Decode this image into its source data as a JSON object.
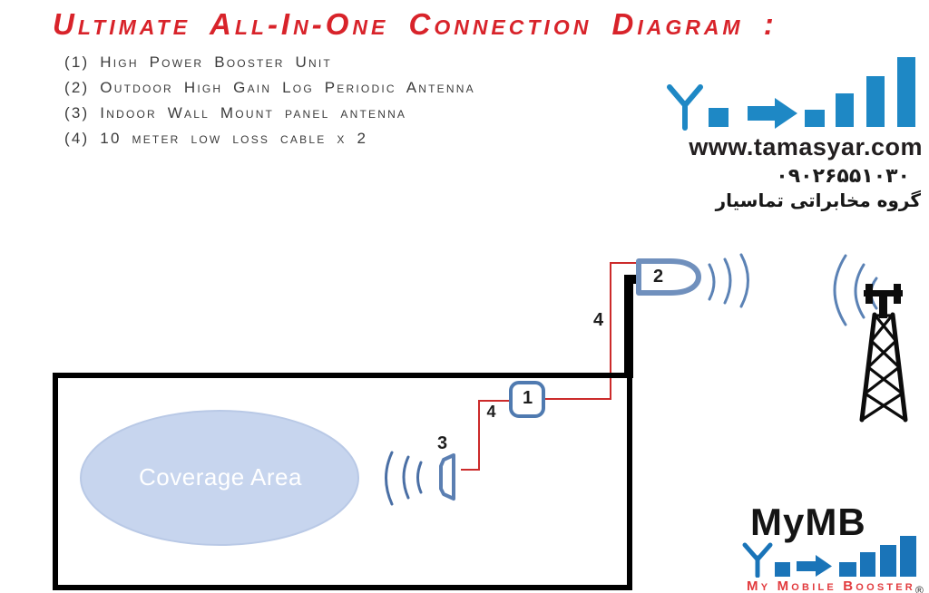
{
  "title": "Ultimate All-In-One Connection Diagram :",
  "legend": {
    "items": [
      "(1) High Power Booster Unit",
      "(2) Outdoor High Gain Log Periodic Antenna",
      "(3) Indoor Wall Mount panel antenna",
      "(4) 10 meter low loss cable x 2"
    ]
  },
  "tamasyar": {
    "website": "www.tamasyar.com",
    "phone": "۰۹۰۲۶۵۵۱۰۳۰",
    "caption": "گروه مخابراتی تماسیار"
  },
  "diagram": {
    "coverage_area_label": "Coverage Area",
    "booster_label": "1",
    "outdoor_antenna_label": "2",
    "indoor_antenna_label": "3",
    "outdoor_cable_label": "4",
    "indoor_cable_label": "4"
  },
  "mymb": {
    "name": "MyMB",
    "tagline": "My Mobile Booster",
    "registered_mark": "®"
  },
  "colors": {
    "title_red": "#d8232a",
    "tamasyar_blue": "#1e88c5",
    "mymb_blue": "#1a74b8",
    "mymb_red": "#e23b3e",
    "diagram_blue": "#5b7fb2",
    "cable_red": "#cc2b2b",
    "coverage_fill": "#c7d5ee",
    "tower_black": "#0c0c0c"
  }
}
